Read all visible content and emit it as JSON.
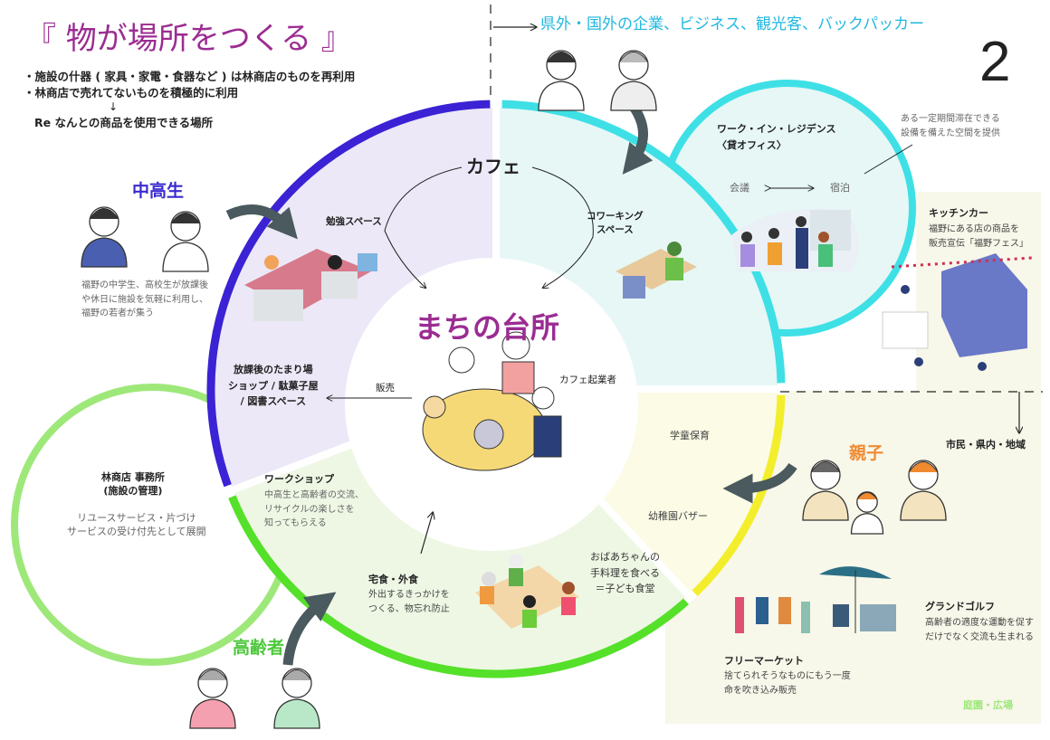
{
  "header": {
    "title": "『 物が場所をつくる 』",
    "bullets": [
      "・施設の什器 ( 家具・家電・食器など ) は林商店のものを再利用",
      "・林商店で売れてないものを積極的に利用"
    ],
    "arrow": "↓",
    "result": "Re なんとの商品を使用できる場所",
    "page_number": "2"
  },
  "visitors": {
    "label": "県外・国外の企業、ビジネス、観光客、バックパッカー"
  },
  "center": {
    "title": "まちの台所",
    "cafe": "カフェ",
    "study": "勉強スペース",
    "coworking": [
      "コワーキング",
      "スペース"
    ],
    "cafe_entrepreneur": "カフェ起業者",
    "sales": "販売"
  },
  "students": {
    "label": "中高生",
    "desc": [
      "福野の中学生、高校生が放課後",
      "や休日に施設を気軽に利用し、",
      "福野の若者が集う"
    ]
  },
  "after_school": {
    "lines": [
      "放課後のたまり場",
      "ショップ / 駄菓子屋",
      "/ 図書スペース"
    ]
  },
  "residence": {
    "title": [
      "ワーク・イン・レジデンス",
      "〈貸オフィス〉"
    ],
    "meeting": "会議",
    "stay": "宿泊",
    "note": [
      "ある一定期間滞在できる",
      "設備を備えた空間を提供"
    ]
  },
  "kitchen_car": {
    "title": "キッチンカー",
    "desc": [
      "福野にある店の商品を",
      "販売宣伝「福野フェス」"
    ]
  },
  "local": {
    "label": "市民・県内・地域"
  },
  "families": {
    "label": "親子",
    "childcare": "学童保育",
    "bazaar": "幼稚園バザー"
  },
  "office": {
    "title": [
      "林商店 事務所",
      "(施設の管理)"
    ],
    "desc": [
      "リユースサービス・片づけ",
      "サービスの受け付先として展開"
    ]
  },
  "workshop": {
    "title": "ワークショップ",
    "desc": [
      "中高生と高齢者の交流、",
      "リサイクルの楽しさを",
      "知ってもらえる"
    ]
  },
  "meals": {
    "title": "宅食・外食",
    "desc": [
      "外出するきっかけを",
      "つくる、物忘れ防止"
    ]
  },
  "kids_cafeteria": {
    "lines": [
      "おばあちゃんの",
      "手料理を食べる",
      "＝子ども食堂"
    ]
  },
  "elderly": {
    "label": "高齢者"
  },
  "flea_market": {
    "title": "フリーマーケット",
    "desc": [
      "捨てられそうなものにもう一度",
      "命を吹き込み販売"
    ]
  },
  "ground_golf": {
    "title": "グランドゴルフ",
    "desc": [
      "高齢者の適度な運動を促す",
      "だけでなく交流も生まれる"
    ]
  },
  "garden": {
    "label": "庭園・広場"
  },
  "colors": {
    "purple": "#9b2c92",
    "blue": "#3b22d4",
    "cyan": "#3ee0e6",
    "yellow": "#f3ee2c",
    "green": "#55e02a",
    "orange": "#f08a30",
    "arrow": "#4a5a5e"
  }
}
